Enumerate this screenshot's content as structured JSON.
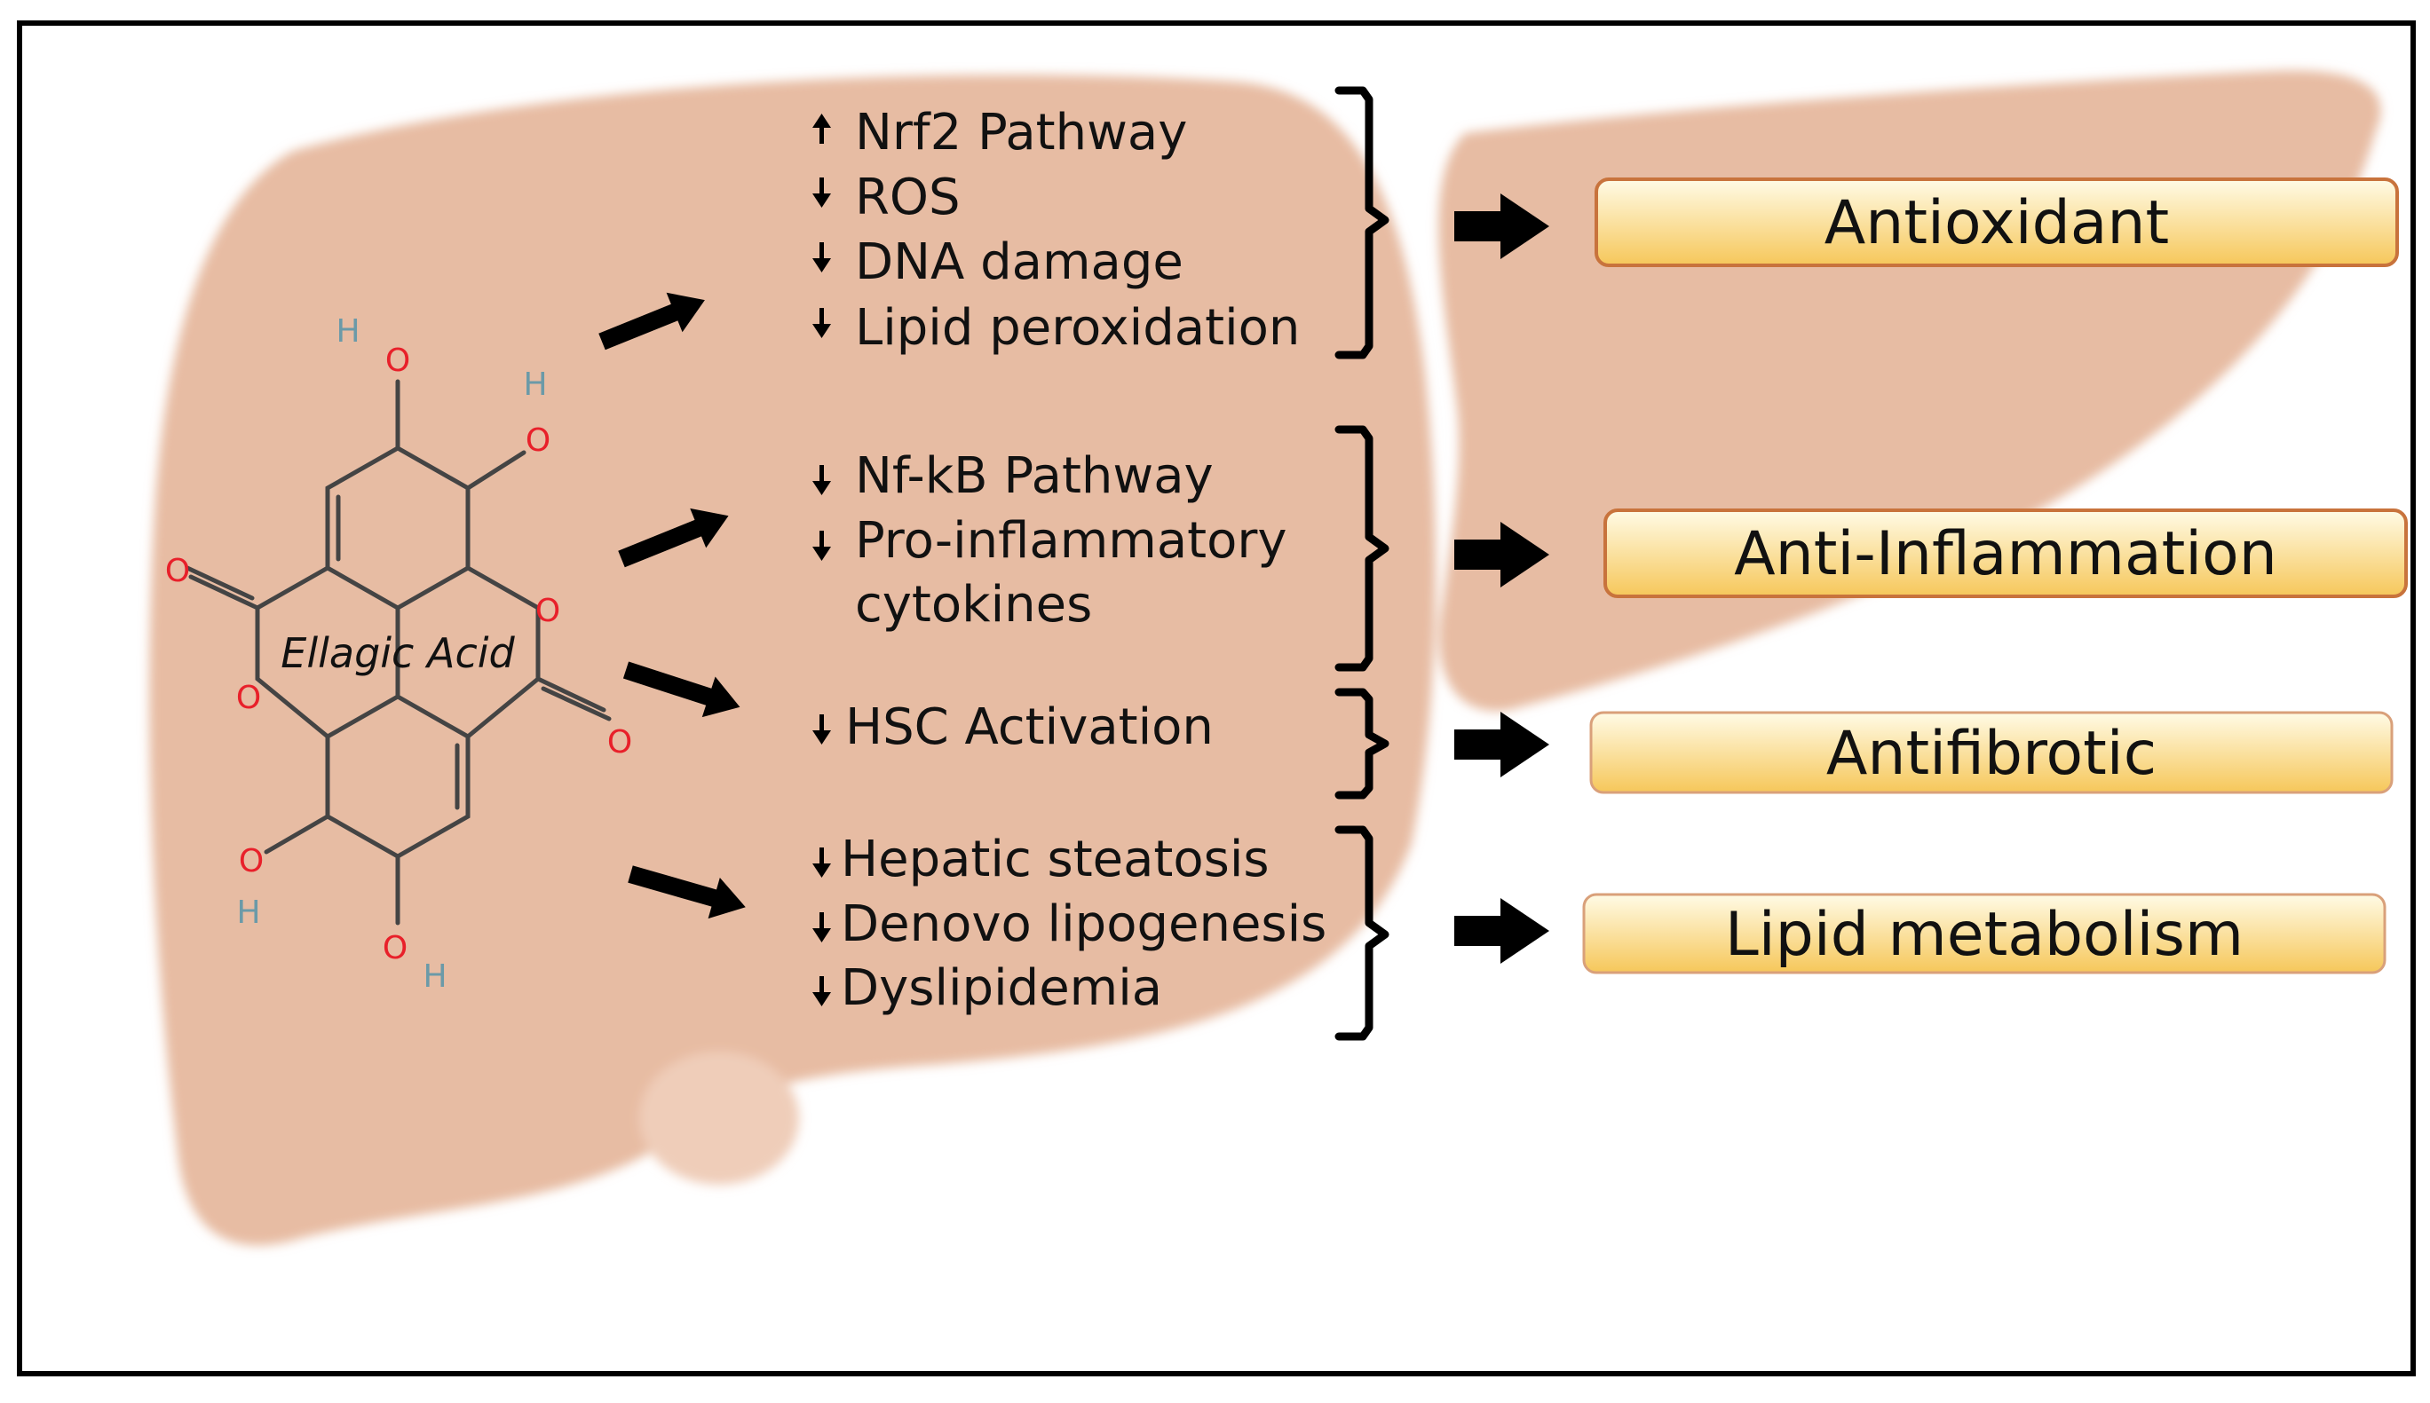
{
  "colors": {
    "liver": "#e7bca3",
    "outcome_fill_top": "#fffbe6",
    "outcome_fill_bottom": "#f6c75a",
    "outcome_border": "#c8733c",
    "atom_oxygen": "#e8202a",
    "atom_hydrogen": "#6b9aa8"
  },
  "molecule": {
    "name": "Ellagic Acid",
    "oxygen": "O",
    "hydrogen": "H"
  },
  "groups": [
    {
      "items": [
        {
          "arrow": "up",
          "text": "Nrf2 Pathway"
        },
        {
          "arrow": "down",
          "text": "ROS"
        },
        {
          "arrow": "down",
          "text": "DNA damage"
        },
        {
          "arrow": "down",
          "text": "Lipid peroxidation"
        }
      ],
      "outcome": "Antioxidant"
    },
    {
      "items": [
        {
          "arrow": "down",
          "text": "Nf-kB Pathway"
        },
        {
          "arrow": "down",
          "text": "Pro-inflammatory"
        },
        {
          "arrow": "none",
          "text": "cytokines"
        }
      ],
      "outcome": "Anti-Inflammation"
    },
    {
      "items": [
        {
          "arrow": "down",
          "text": "HSC Activation"
        }
      ],
      "outcome": "Antifibrotic"
    },
    {
      "items": [
        {
          "arrow": "down",
          "text": "Hepatic steatosis"
        },
        {
          "arrow": "down",
          "text": "Denovo lipogenesis"
        },
        {
          "arrow": "down",
          "text": "Dyslipidemia"
        }
      ],
      "outcome": "Lipid metabolism"
    }
  ]
}
